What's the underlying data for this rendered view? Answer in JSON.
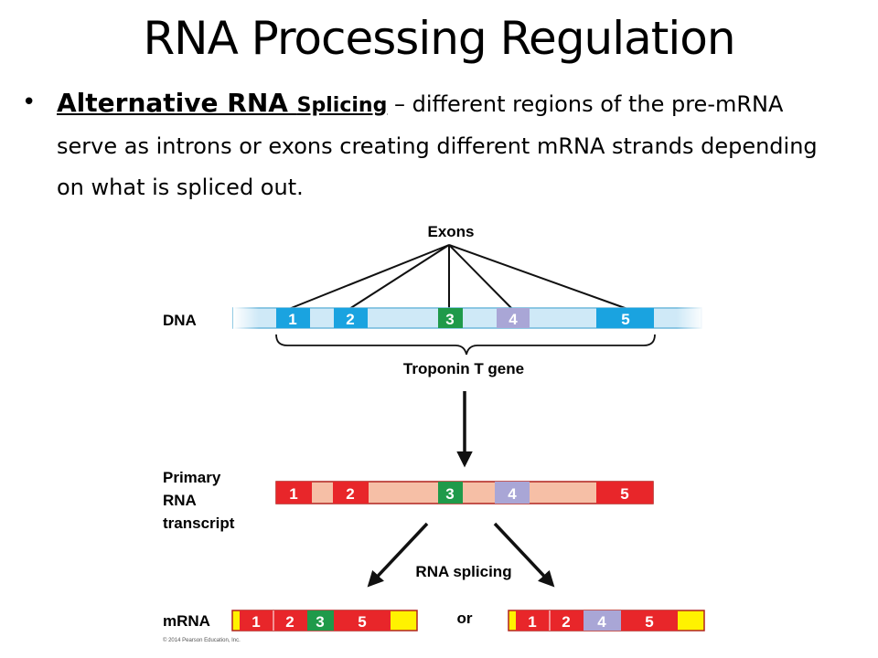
{
  "title": "RNA Processing Regulation",
  "bullet": {
    "marker": "•",
    "term_main": "Alternative RNA ",
    "term_small": "Splicing",
    "description": " – different regions of the pre-mRNA serve as introns or exons creating different mRNA strands depending on what is spliced out."
  },
  "figure": {
    "exons_label": "Exons",
    "dna_label": "DNA",
    "gene_label": "Troponin T gene",
    "primary_label": [
      "Primary",
      "RNA",
      "transcript"
    ],
    "splicing_label": "RNA splicing",
    "mrna_label": "mRNA",
    "or_label": "or",
    "copyright": "© 2014 Pearson Education, Inc.",
    "exon_numbers": [
      "1",
      "2",
      "3",
      "4",
      "5"
    ],
    "mrna1_exons": [
      "1",
      "2",
      "3",
      "5"
    ],
    "mrna2_exons": [
      "1",
      "2",
      "4",
      "5"
    ],
    "colors": {
      "dna_strand": "#cfe9f7",
      "dna_exon": "#1aa3e0",
      "exon3": "#1f9a4a",
      "exon4": "#a9a6d6",
      "exon_red": "#e8262a",
      "intron_rna": "#f6bfa6",
      "utr_yellow": "#fff200"
    }
  }
}
